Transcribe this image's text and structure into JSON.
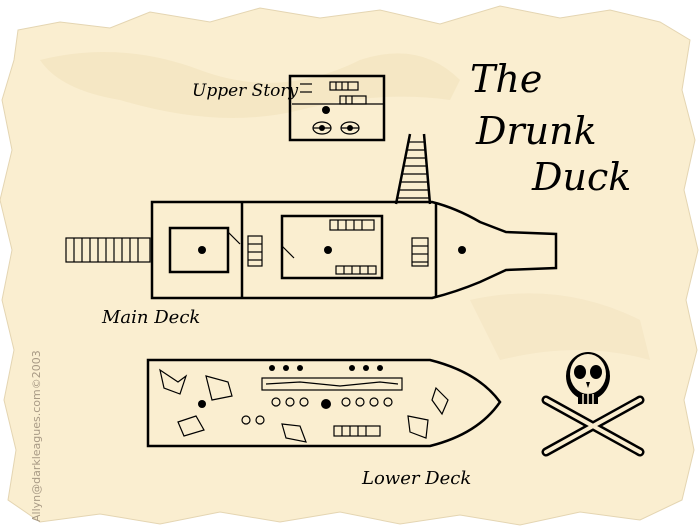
{
  "title": {
    "line1": "The",
    "line2": "Drunk",
    "line3": "Duck"
  },
  "labels": {
    "upper_story": "Upper Story",
    "main_deck": "Main Deck",
    "lower_deck": "Lower Deck"
  },
  "credit": "Allyn@darkleagues.com©2003",
  "colors": {
    "parchment": "#faeed0",
    "parchment_edge": "#e9dcbc",
    "ink": "#000000",
    "credit_text": "#a89a85"
  },
  "icons": [
    "skull-crossbones-icon",
    "table-icon",
    "barrel-icon",
    "stair-icon",
    "bench-icon",
    "door-icon"
  ]
}
